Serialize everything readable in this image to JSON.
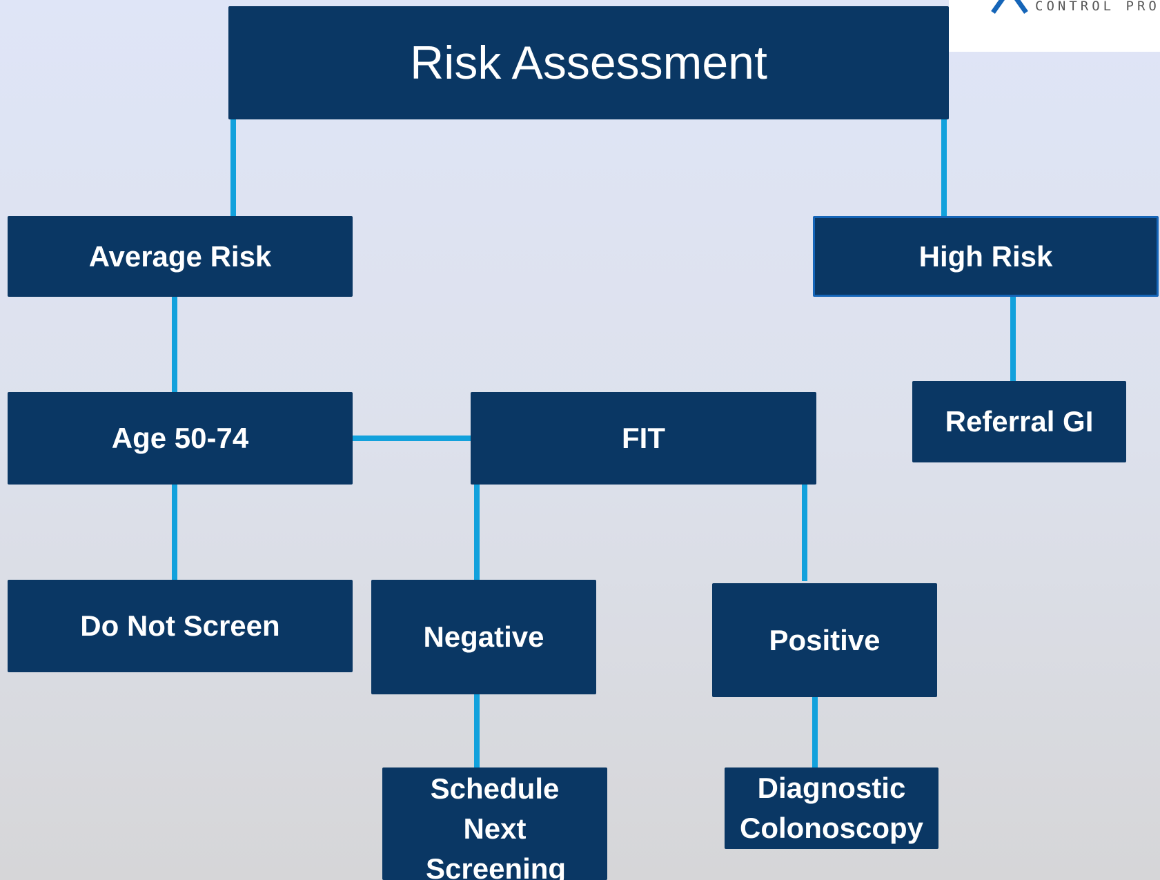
{
  "logo": {
    "text": "CONTROL PROGRA",
    "mark_icon": "chevron-logo-mark",
    "mark_color": "#1565b8"
  },
  "colors": {
    "box": "#0a3764",
    "box_text": "#ffffff",
    "connector": "#12a1dc",
    "outline": "#1565b8"
  },
  "nodes": {
    "risk_assessment": "Risk Assessment",
    "average_risk": "Average Risk",
    "high_risk": "High Risk",
    "age": "Age 50-74",
    "fit": "FIT",
    "referral_gi": "Referral GI",
    "do_not_screen": "Do Not Screen",
    "negative": "Negative",
    "positive": "Positive",
    "schedule_next": "Schedule Next Screening",
    "diagnostic_colonoscopy": "Diagnostic Colonoscopy"
  }
}
